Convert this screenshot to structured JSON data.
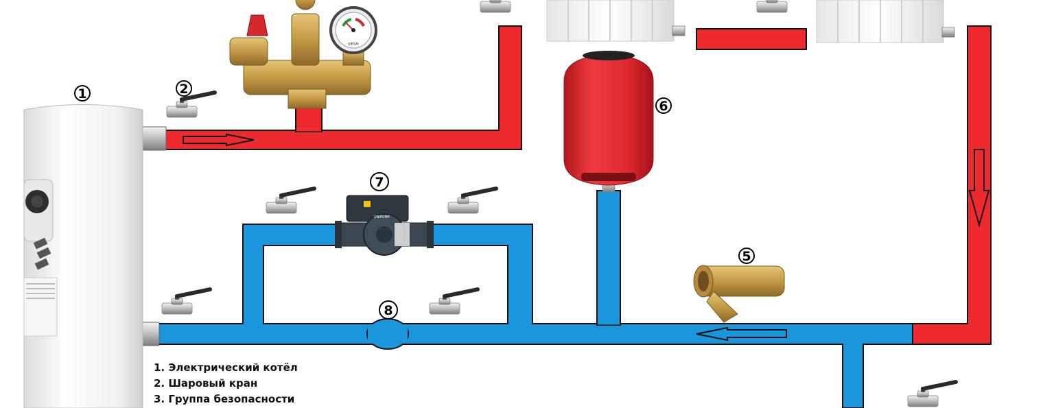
{
  "labels": {
    "boiler": "1",
    "valve": "2",
    "filter": "5",
    "expansion_tank": "6",
    "pump": "7",
    "bypass_valve": "8"
  },
  "legend": [
    "1. Электрический котёл",
    "2. Шаровый кран",
    "3. Группа безопасности"
  ],
  "gauge_brand": "VIESM",
  "pump_brand": "UNIPUMP",
  "colors": {
    "supply": "#ee2a2f",
    "return": "#1a96dc",
    "outline": "#111111",
    "brass": "#c9a04c",
    "tank": "#d9262c",
    "pump": "#3a4750"
  }
}
